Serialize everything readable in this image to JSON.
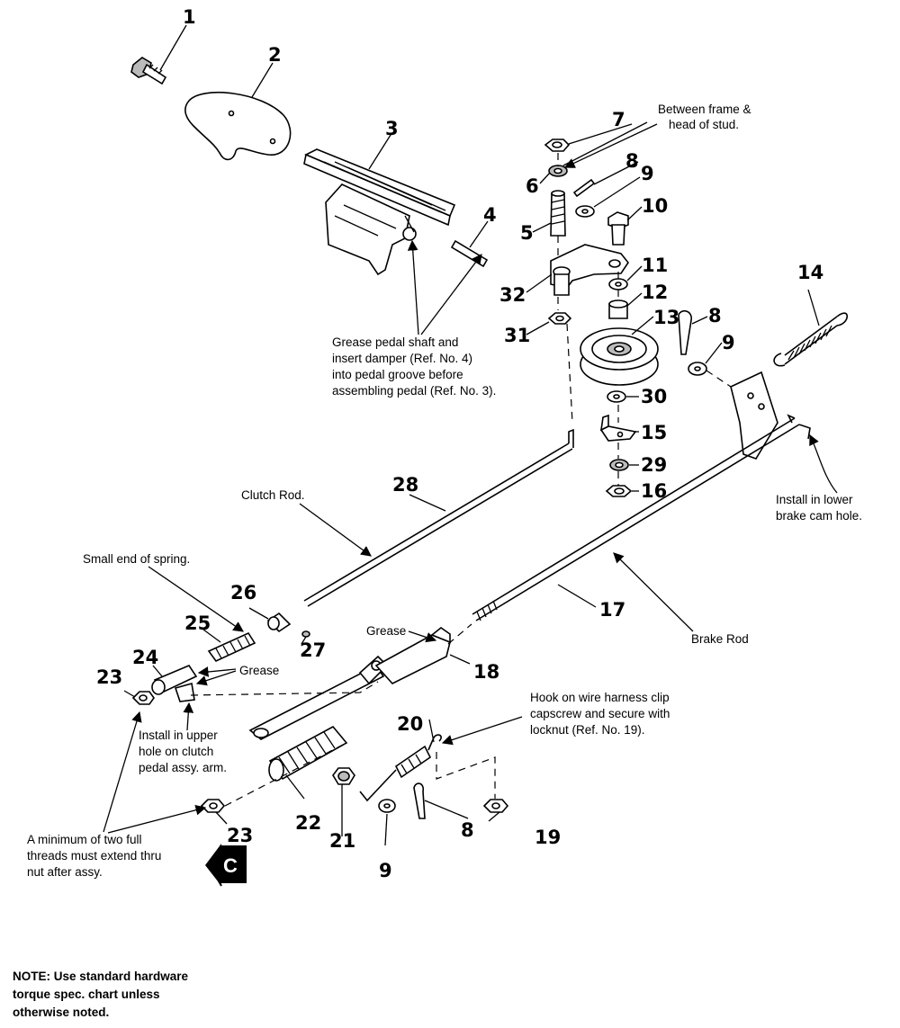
{
  "part_numbers": {
    "n1": "1",
    "n2": "2",
    "n3": "3",
    "n4": "4",
    "n5": "5",
    "n6": "6",
    "n7": "7",
    "n8a": "8",
    "n8b": "8",
    "n8c": "8",
    "n9a": "9",
    "n9b": "9",
    "n9c": "9",
    "n10": "10",
    "n11": "11",
    "n12": "12",
    "n13": "13",
    "n14": "14",
    "n15": "15",
    "n16": "16",
    "n17": "17",
    "n18": "18",
    "n19": "19",
    "n20": "20",
    "n21": "21",
    "n22": "22",
    "n23a": "23",
    "n23b": "23",
    "n24": "24",
    "n25": "25",
    "n26": "26",
    "n27": "27",
    "n28": "28",
    "n29": "29",
    "n30": "30",
    "n31": "31",
    "n32": "32"
  },
  "callouts": {
    "between_frame": [
      "Between frame &",
      "head of stud."
    ],
    "grease_pedal": [
      "Grease pedal shaft and",
      "insert damper (Ref. No. 4)",
      "into pedal groove before",
      "assembling pedal (Ref. No. 3)."
    ],
    "clutch_rod": "Clutch Rod.",
    "brake_rod": "Brake Rod",
    "install_lower": [
      "Install in lower",
      "brake cam hole."
    ],
    "small_end": "Small end of spring.",
    "grease_18": "Grease",
    "grease_24": "Grease",
    "install_upper": [
      "Install in upper",
      "hole on clutch",
      "pedal assy. arm."
    ],
    "hook_wire": [
      "Hook on wire harness clip",
      "capscrew and secure with",
      "locknut (Ref. No. 19)."
    ],
    "minimum_threads": [
      "A minimum of two full",
      "threads must extend thru",
      "nut after assy."
    ]
  },
  "section_badge": "C",
  "footer_note": [
    "NOTE: Use standard hardware",
    "torque spec. chart unless",
    "otherwise noted."
  ]
}
